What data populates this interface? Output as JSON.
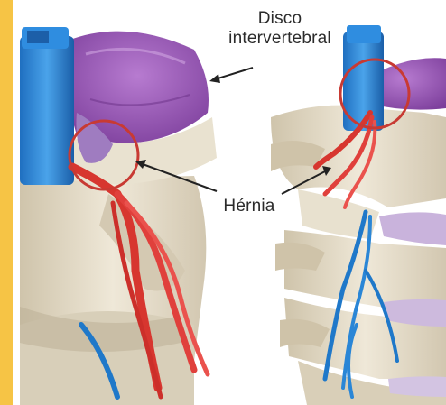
{
  "labels": {
    "disc_line1": "Disco",
    "disc_line2": "intervertebral",
    "hernia": "Hérnia"
  },
  "colors": {
    "side_bar": "#f6c445",
    "disc": "#9b5fb5",
    "bone": "#e4dcc8",
    "nerve_red": "#e0403c",
    "nerve_blue": "#1f78c9",
    "spinal_cord": "#2a86d6",
    "highlight_circle": "#c83a33"
  }
}
